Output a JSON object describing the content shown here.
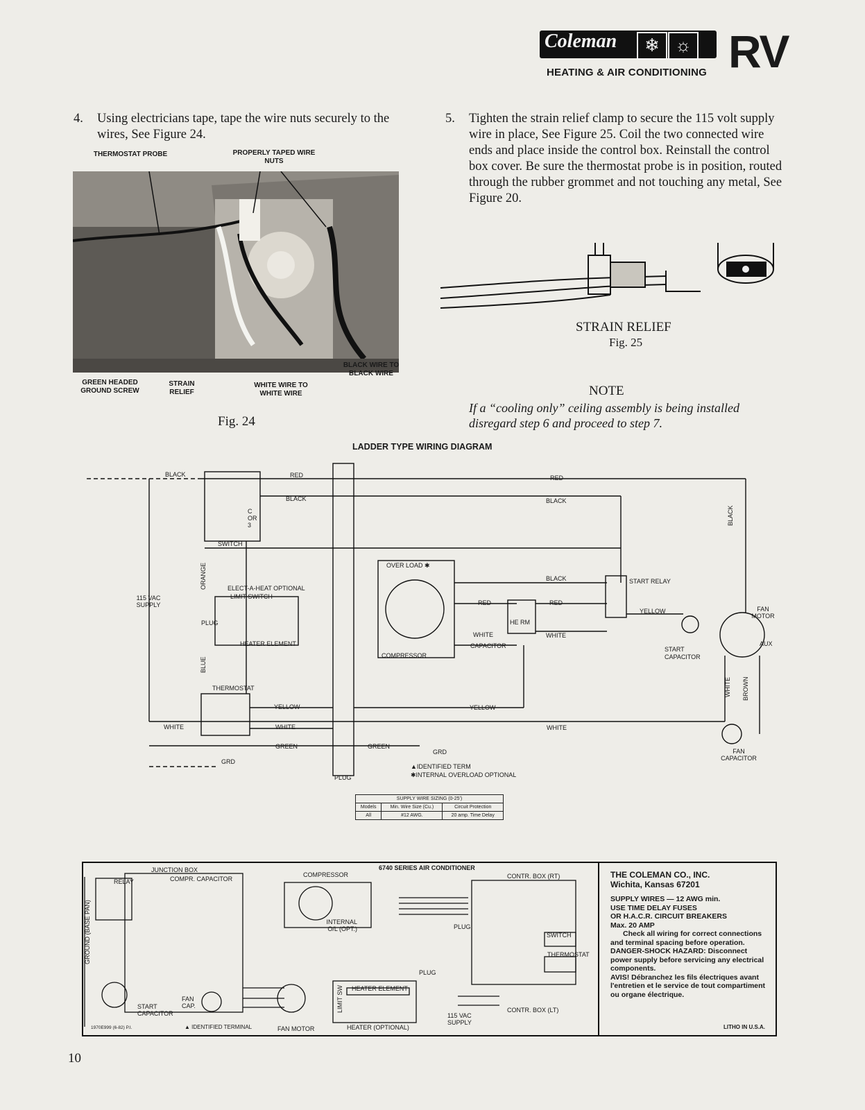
{
  "header": {
    "brand": "Coleman",
    "product_line": "RV",
    "subtitle": "HEATING & AIR CONDITIONING"
  },
  "step4": {
    "number": "4.",
    "text": "Using electricians tape, tape the wire nuts securely to the wires, See Figure 24."
  },
  "fig24": {
    "caption": "Fig. 24",
    "labels": {
      "thermostat_probe": "THERMOSTAT PROBE",
      "taped_wire_nuts": "PROPERLY TAPED WIRE NUTS",
      "black_wire": "BLACK WIRE TO BLACK WIRE",
      "green_screw": "GREEN HEADED GROUND SCREW",
      "strain_relief": "STRAIN RELIEF",
      "white_wire": "WHITE WIRE TO WHITE WIRE"
    }
  },
  "step5": {
    "number": "5.",
    "text": "Tighten the strain relief clamp to secure the 115 volt supply wire in place, See Figure 25. Coil the two connected wire ends and place inside the control box. Reinstall the control box cover. Be sure the thermostat probe is in position, routed through the rubber grommet and not touching any metal, See Figure 20."
  },
  "fig25": {
    "title": "STRAIN RELIEF",
    "caption": "Fig. 25"
  },
  "note": {
    "title": "NOTE",
    "text": "If a “cooling only” ceiling assembly is being installed disregard step 6 and proceed to step 7."
  },
  "ladder": {
    "title": "LADDER TYPE WIRING DIAGRAM",
    "labels": {
      "black": "BLACK",
      "red": "RED",
      "white": "WHITE",
      "yellow": "YELLOW",
      "green": "GREEN",
      "orange": "ORANGE",
      "blue": "BLUE",
      "brown": "BROWN",
      "switch": "SWITCH",
      "supply": "115 VAC SUPPLY",
      "plug": "PLUG",
      "thermostat": "THERMOSTAT",
      "grd": "GRD",
      "elect_a_heat": "ELECT-A-HEAT OPTIONAL",
      "limit_switch": "LIMIT SWITCH",
      "heater_element": "HEATER ELEMENT",
      "overload": "OVER LOAD ✱",
      "compressor": "COMPRESSOR",
      "capacitor": "CAPACITOR",
      "herm": "HE RM",
      "start_relay": "START RELAY",
      "start_capacitor": "START CAPACITOR",
      "fan_motor": "FAN MOTOR",
      "fan_capacitor": "FAN CAPACITOR",
      "aux": "AUX",
      "c_or_3": "C OR 3",
      "identified": "▲IDENTIFIED TERM",
      "internal_overload": "✱INTERNAL OVERLOAD OPTIONAL"
    }
  },
  "supply_table": {
    "title": "SUPPLY WIRE SIZING (0-25')",
    "headers": [
      "Models",
      "Min. Wire Size (Cu.)",
      "Circuit Protection"
    ],
    "row": [
      "All",
      "#12 AWG.",
      "20 amp. Time Delay"
    ]
  },
  "schematic": {
    "title": "6740 SERIES AIR CONDITIONER",
    "labels": {
      "junction_box": "JUNCTION BOX",
      "compr_capacitor": "COMPR. CAPACITOR",
      "relay": "RELAY",
      "compressor": "COMPRESSOR",
      "contr_rt": "CONTR. BOX (RT)",
      "contr_lt": "CONTR. BOX (LT)",
      "ground": "GROUND (BASE PAN)",
      "start_capacitor": "START CAPACITOR",
      "fan_cap": "FAN CAP.",
      "fan_motor": "FAN MOTOR",
      "heater": "HEATER (OPTIONAL)",
      "heater_element": "HEATER ELEMENT",
      "limit_sw": "LIMIT SW",
      "plug": "PLUG",
      "switch": "SWITCH",
      "thermostat": "THERMOSTAT",
      "supply": "115 VAC SUPPLY",
      "internal": "INTERNAL O/L (OPT.)",
      "identified": "▲ IDENTIFIED TERMINAL",
      "part_no": "1970E999 (6-82) P.I."
    }
  },
  "infobox": {
    "company": "THE COLEMAN CO., INC.",
    "city": "Wichita, Kansas 67201",
    "lines": [
      "SUPPLY WIRES — 12 AWG min.",
      "USE TIME DELAY FUSES",
      "OR H.A.C.R. CIRCUIT BREAKERS",
      "Max. 20 AMP"
    ],
    "check": "Check all wiring for correct connections and terminal spacing before operation.",
    "danger": "DANGER-SHOCK HAZARD: Disconnect power supply before servicing any electrical components.",
    "avis": "AVIS! Débranchez les fils électriques avant l'entretien et le service de tout compartiment ou organe électrique.",
    "litho": "LITHO IN U.S.A."
  },
  "page_number": "10"
}
